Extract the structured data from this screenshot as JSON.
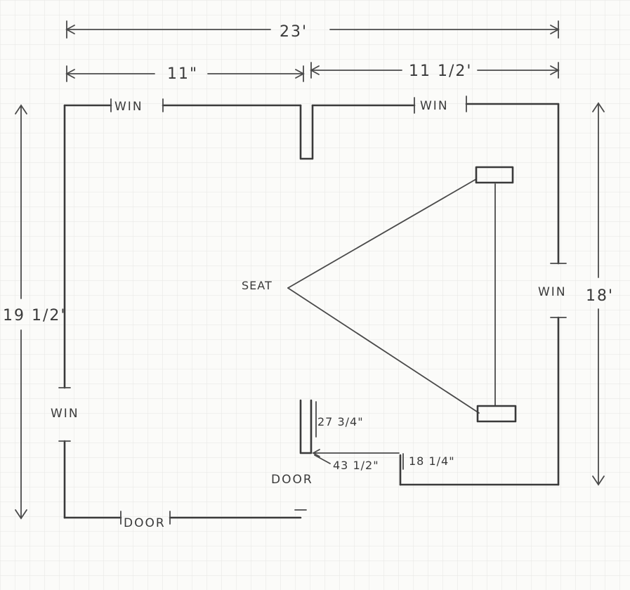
{
  "labels": {
    "overall_width": "23'",
    "left_width": "11\"",
    "right_width": "11 1/2'",
    "left_height": "19 1/2'",
    "right_height": "18'",
    "win_top_left": "WIN",
    "win_top_right": "WIN",
    "win_right": "WIN",
    "win_left": "WIN",
    "door_bottom": "DOOR",
    "door_inner": "DOOR",
    "seat": "SEAT",
    "dim_27_3_4": "27 3/4\"",
    "dim_43_1_2": "43 1/2\"",
    "dim_18_1_4": "18 1/4\""
  },
  "colors": {
    "ink": "#3a3a3a",
    "paper": "#fbfbf9",
    "grid": "#e6e6e2"
  }
}
